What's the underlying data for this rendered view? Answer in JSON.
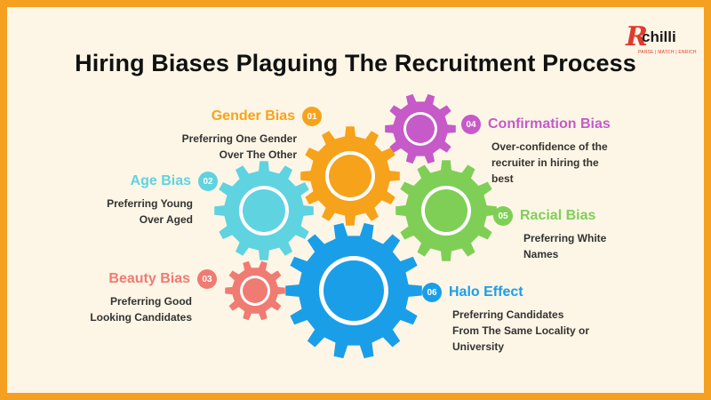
{
  "title": "Hiring Biases Plaguing The Recruitment Process",
  "logo": {
    "mark": "R",
    "text": "chilli",
    "tagline": "PARSE | MATCH | ENRICH"
  },
  "biases": [
    {
      "number": "01",
      "name": "Gender Bias",
      "color": "#f7a21b",
      "desc": [
        "Preferring One Gender",
        "Over The Other"
      ]
    },
    {
      "number": "02",
      "name": "Age Bias",
      "color": "#5fd3e0",
      "desc": [
        "Preferring Young",
        "Over Aged"
      ]
    },
    {
      "number": "03",
      "name": "Beauty Bias",
      "color": "#f07b72",
      "desc": [
        "Preferring Good",
        "Looking Candidates"
      ]
    },
    {
      "number": "04",
      "name": "Confirmation Bias",
      "color": "#c55ac8",
      "desc": [
        "Over-confidence of the",
        "recruiter in hiring the",
        "best"
      ]
    },
    {
      "number": "05",
      "name": "Racial Bias",
      "color": "#7fcf56",
      "desc": [
        "Preferring White",
        "Names"
      ]
    },
    {
      "number": "06",
      "name": "Halo Effect",
      "color": "#1a9ee8",
      "desc": [
        "Preferring Candidates",
        "From The Same Locality or",
        "University"
      ]
    }
  ],
  "colors": {
    "border": "#f5a020",
    "background": "#fdf6e6"
  }
}
